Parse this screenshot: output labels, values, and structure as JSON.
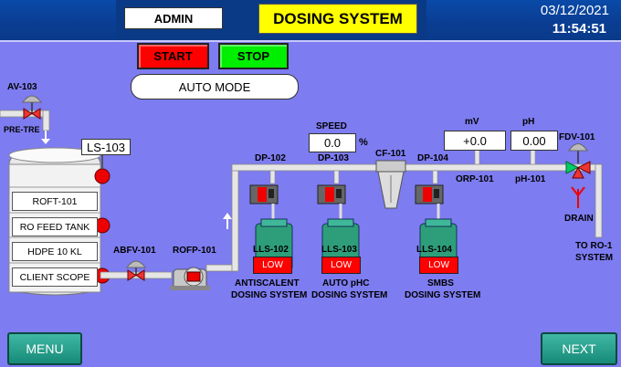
{
  "header": {
    "user_label": "ADMIN",
    "title": "DOSING SYSTEM",
    "date": "03/12/2021",
    "time": "11:54:51"
  },
  "controls": {
    "start_label": "START",
    "stop_label": "STOP",
    "mode_label": "AUTO MODE"
  },
  "valves": {
    "av": "AV-103",
    "pretreat": "PRE-TRE",
    "abfv": "ABFV-101",
    "fdv": "FDV-101",
    "drain": "DRAIN",
    "to_ro": "TO RO-1",
    "system": "SYSTEM"
  },
  "tank": {
    "ls_tag": "LS-103",
    "labels": [
      "ROFT-101",
      "RO FEED TANK",
      "HDPE 10 KL",
      "CLIENT SCOPE"
    ]
  },
  "pump": {
    "tag": "ROFP-101"
  },
  "speed": {
    "label": "SPEED",
    "value": "0.0",
    "unit": "%"
  },
  "dosing_pumps": [
    {
      "tag": "DP-102",
      "lls": "LLS-102",
      "status": "LOW",
      "name1": "ANTISCALENT",
      "name2": "DOSING SYSTEM"
    },
    {
      "tag": "DP-103",
      "lls": "LLS-103",
      "status": "LOW",
      "name1": "AUTO pHC",
      "name2": "DOSING SYSTEM"
    },
    {
      "tag": "DP-104",
      "lls": "LLS-104",
      "status": "LOW",
      "name1": "SMBS",
      "name2": "DOSING SYSTEM"
    }
  ],
  "filter": {
    "tag": "CF-101"
  },
  "orp": {
    "unit": "mV",
    "value": "+0.0",
    "tag": "ORP-101"
  },
  "ph": {
    "unit": "pH",
    "value": "0.00",
    "tag": "pH-101"
  },
  "nav": {
    "menu_label": "MENU",
    "next_label": "NEXT"
  },
  "colors": {
    "background": "#7d7cf0",
    "header": "#0a4aa8",
    "title_bg": "#ffff00",
    "start": "#ff0000",
    "stop": "#00ee00",
    "alarm": "#ff0000",
    "dosing_tank": "#2e9e7a"
  }
}
